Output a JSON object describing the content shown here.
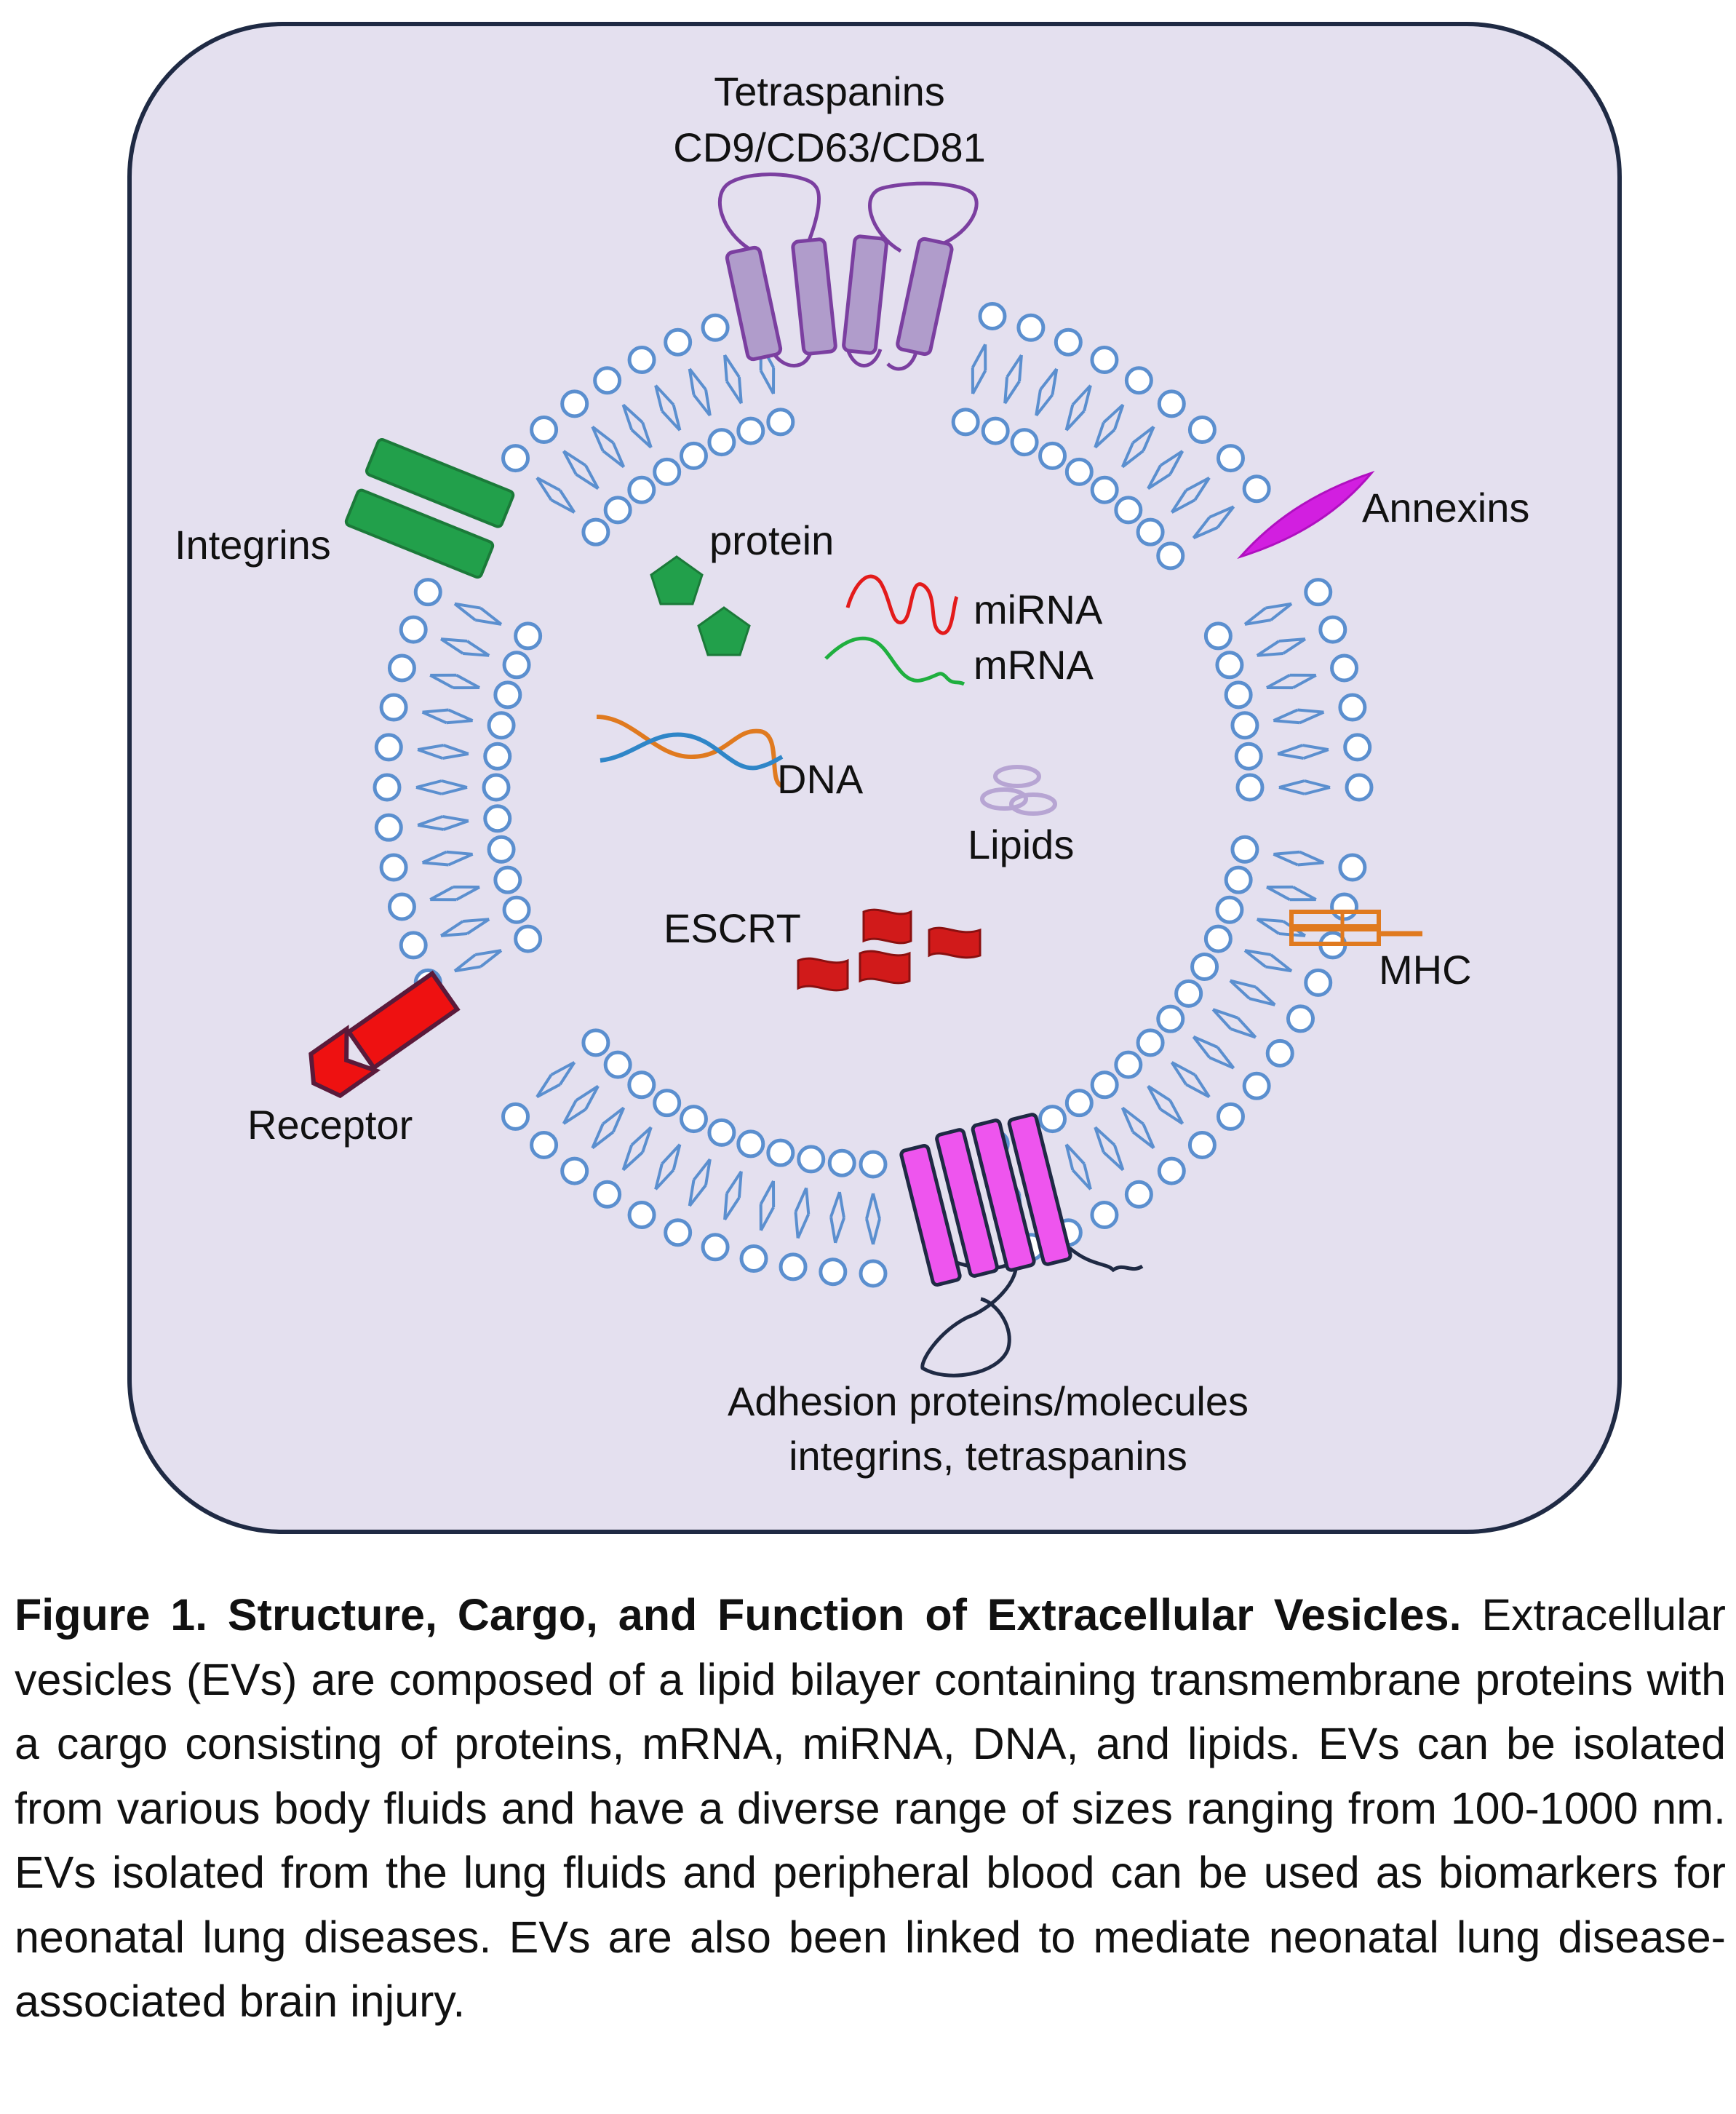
{
  "labels": {
    "tetraspanins_title": "Tetraspanins",
    "tetraspanins_subtitle": "CD9/CD63/CD81",
    "integrins": "Integrins",
    "annexins": "Annexins",
    "protein": "protein",
    "mirna": "miRNA",
    "mrna": "mRNA",
    "dna": "DNA",
    "lipids": "Lipids",
    "escrt": "ESCRT",
    "mhc": "MHC",
    "receptor": "Receptor",
    "adhesion_line1": "Adhesion  proteins/molecules",
    "adhesion_line2": "integrins,  tetraspanins"
  },
  "caption": {
    "title": "Figure 1. Structure, Cargo, and Function of Extracellular Vesicles.",
    "body": "Extracellular vesicles (EVs) are composed of a lipid bilayer containing transmembrane proteins with a cargo consisting of proteins, mRNA, miRNA, DNA, and lipids. EVs can be isolated from various body fluids and have a diverse range of sizes ranging from 100-1000 nm. EVs isolated from the lung fluids and peripheral blood can be used as biomarkers for neonatal lung diseases. EVs are also been linked to mediate neonatal lung disease-associated brain injury."
  },
  "colors": {
    "background_panel": "#E4E0EF",
    "panel_border": "#1F2A44",
    "lipid_blue": "#5B8FCF",
    "tetraspanin_purple": "#B09CCB",
    "tetraspanin_loop": "#7B3FA0",
    "integrin_green": "#22A04B",
    "annexin_magenta": "#D21FE0",
    "mhc_orange": "#E07A1F",
    "receptor_red": "#EE1111",
    "adhesion_pink": "#EE55EE",
    "protein_green": "#22A04B",
    "mirna_red": "#E31B1B",
    "mrna_green": "#1FAF3F",
    "dna_orange": "#E07A1F",
    "dna_blue": "#2F86C8",
    "lipid_particles": "#B7A5D3",
    "escrt_red": "#D11A1A"
  },
  "icons": [
    "tetraspanin-icon",
    "integrin-icon",
    "annexin-icon",
    "protein-icon",
    "rna-icon",
    "dna-icon",
    "lipid-particle-icon",
    "escrt-icon",
    "mhc-icon",
    "receptor-icon",
    "adhesion-protein-icon"
  ]
}
